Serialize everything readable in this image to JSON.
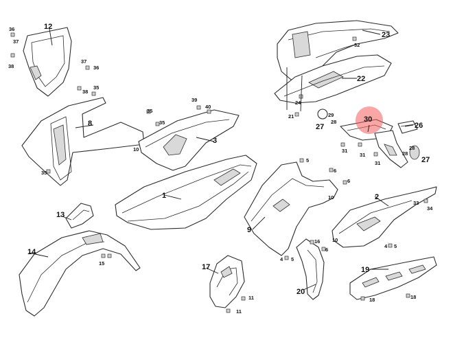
{
  "diagram": {
    "highlight_label": "30",
    "labels": [
      "1",
      "2",
      "3",
      "4",
      "5",
      "6",
      "8",
      "9",
      "10",
      "11",
      "12",
      "13",
      "14",
      "15",
      "16",
      "17",
      "18",
      "19",
      "20",
      "21",
      "22",
      "23",
      "24",
      "26",
      "27",
      "28",
      "29",
      "31",
      "32",
      "33",
      "34",
      "35",
      "36",
      "37",
      "38",
      "39",
      "40"
    ]
  }
}
